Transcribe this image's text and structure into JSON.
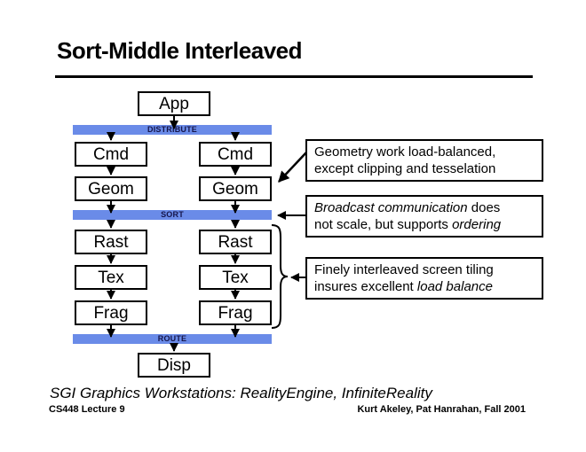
{
  "slide": {
    "title": "Sort-Middle Interleaved",
    "caption": "SGI Graphics Workstations: RealityEngine, InfiniteReality",
    "footer_left": "CS448 Lecture 9",
    "footer_right": "Kurt Akeley, Pat Hanrahan, Fall 2001"
  },
  "pipeline": {
    "app": "App",
    "disp": "Disp",
    "bars": [
      {
        "label": "DISTRIBUTE"
      },
      {
        "label": "SORT"
      },
      {
        "label": "ROUTE"
      }
    ],
    "columns": {
      "left": [
        "Cmd",
        "Geom",
        "Rast",
        "Tex",
        "Frag"
      ],
      "right": [
        "Cmd",
        "Geom",
        "Rast",
        "Tex",
        "Frag"
      ]
    }
  },
  "notes": [
    {
      "line1": "Geometry work load-balanced,",
      "line2": "except clipping and tesselation"
    },
    {
      "seg1_italic": "Broadcast communication",
      "seg2": " does",
      "seg3": "not scale, but supports ",
      "seg4_italic": "ordering"
    },
    {
      "line1": "Finely interleaved screen tiling",
      "seg1": "insures excellent ",
      "seg2_italic": "load balance"
    }
  ],
  "colors": {
    "bar_fill": "#6A8BE8",
    "bar_label_ink": "#15154A",
    "ink": "#000000",
    "background": "#FFFFFF"
  }
}
